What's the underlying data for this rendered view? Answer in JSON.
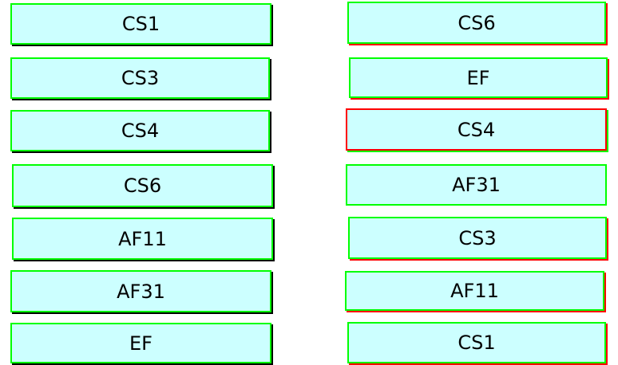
{
  "left_column": {
    "items": [
      {
        "label": "CS1"
      },
      {
        "label": "CS3"
      },
      {
        "label": "CS4"
      },
      {
        "label": "CS6"
      },
      {
        "label": "AF11"
      },
      {
        "label": "AF31"
      },
      {
        "label": "EF"
      }
    ]
  },
  "right_column": {
    "items": [
      {
        "label": "CS6"
      },
      {
        "label": "EF"
      },
      {
        "label": "CS4"
      },
      {
        "label": "AF31"
      },
      {
        "label": "CS3"
      },
      {
        "label": "AF11"
      },
      {
        "label": "CS1"
      }
    ]
  },
  "colors": {
    "tile_fill": "#ccffff",
    "border_green": "#00ff00",
    "border_red": "#ff0000"
  }
}
